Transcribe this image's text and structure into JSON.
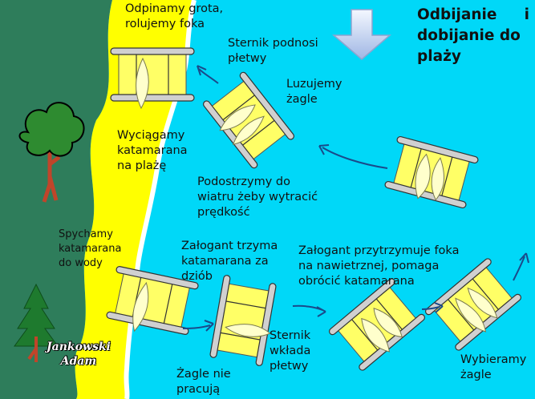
{
  "title": {
    "line1a": "Odbijanie",
    "line1b": "i",
    "line2": "dobijanie do",
    "line3": "plaży"
  },
  "steps": {
    "s1": "Odpinamy grota,\nrolujemy foka",
    "s2": "Sternik podnosi\npłetwy",
    "s3": "Luzujemy\nżagle",
    "s4": "Wyciągamy\nkatamarana\nna plażę",
    "s5": "Podostrzymy do\nwiatru żeby wytracić\nprędkość",
    "s6": "Spychamy\nkatamarana\ndo wody",
    "s7": "Załogant trzyma\nkatamarana za\ndziób",
    "s8": "Załogant przytrzymuje foka\nna nawietrznej, pomaga\nobrócić katamarana",
    "s9": "Sternik\nwkłada\npłetwy",
    "s10": "Żagle nie\npracują",
    "s11": "Wybieramy\nżagle"
  },
  "signature": {
    "line1": "Jankowski",
    "line2": "Adam"
  },
  "colors": {
    "water": "#00d8f8",
    "beach": "#ffff00",
    "land": "#2e7d5b",
    "hull": "#ffff66",
    "sail": "#ffffcc",
    "arrow_fill": "#c9d8f4"
  },
  "icons": [
    "wind-arrow-icon",
    "tree-icon",
    "pine-tree-icon",
    "catamaran-icon",
    "direction-arrow-icon"
  ]
}
